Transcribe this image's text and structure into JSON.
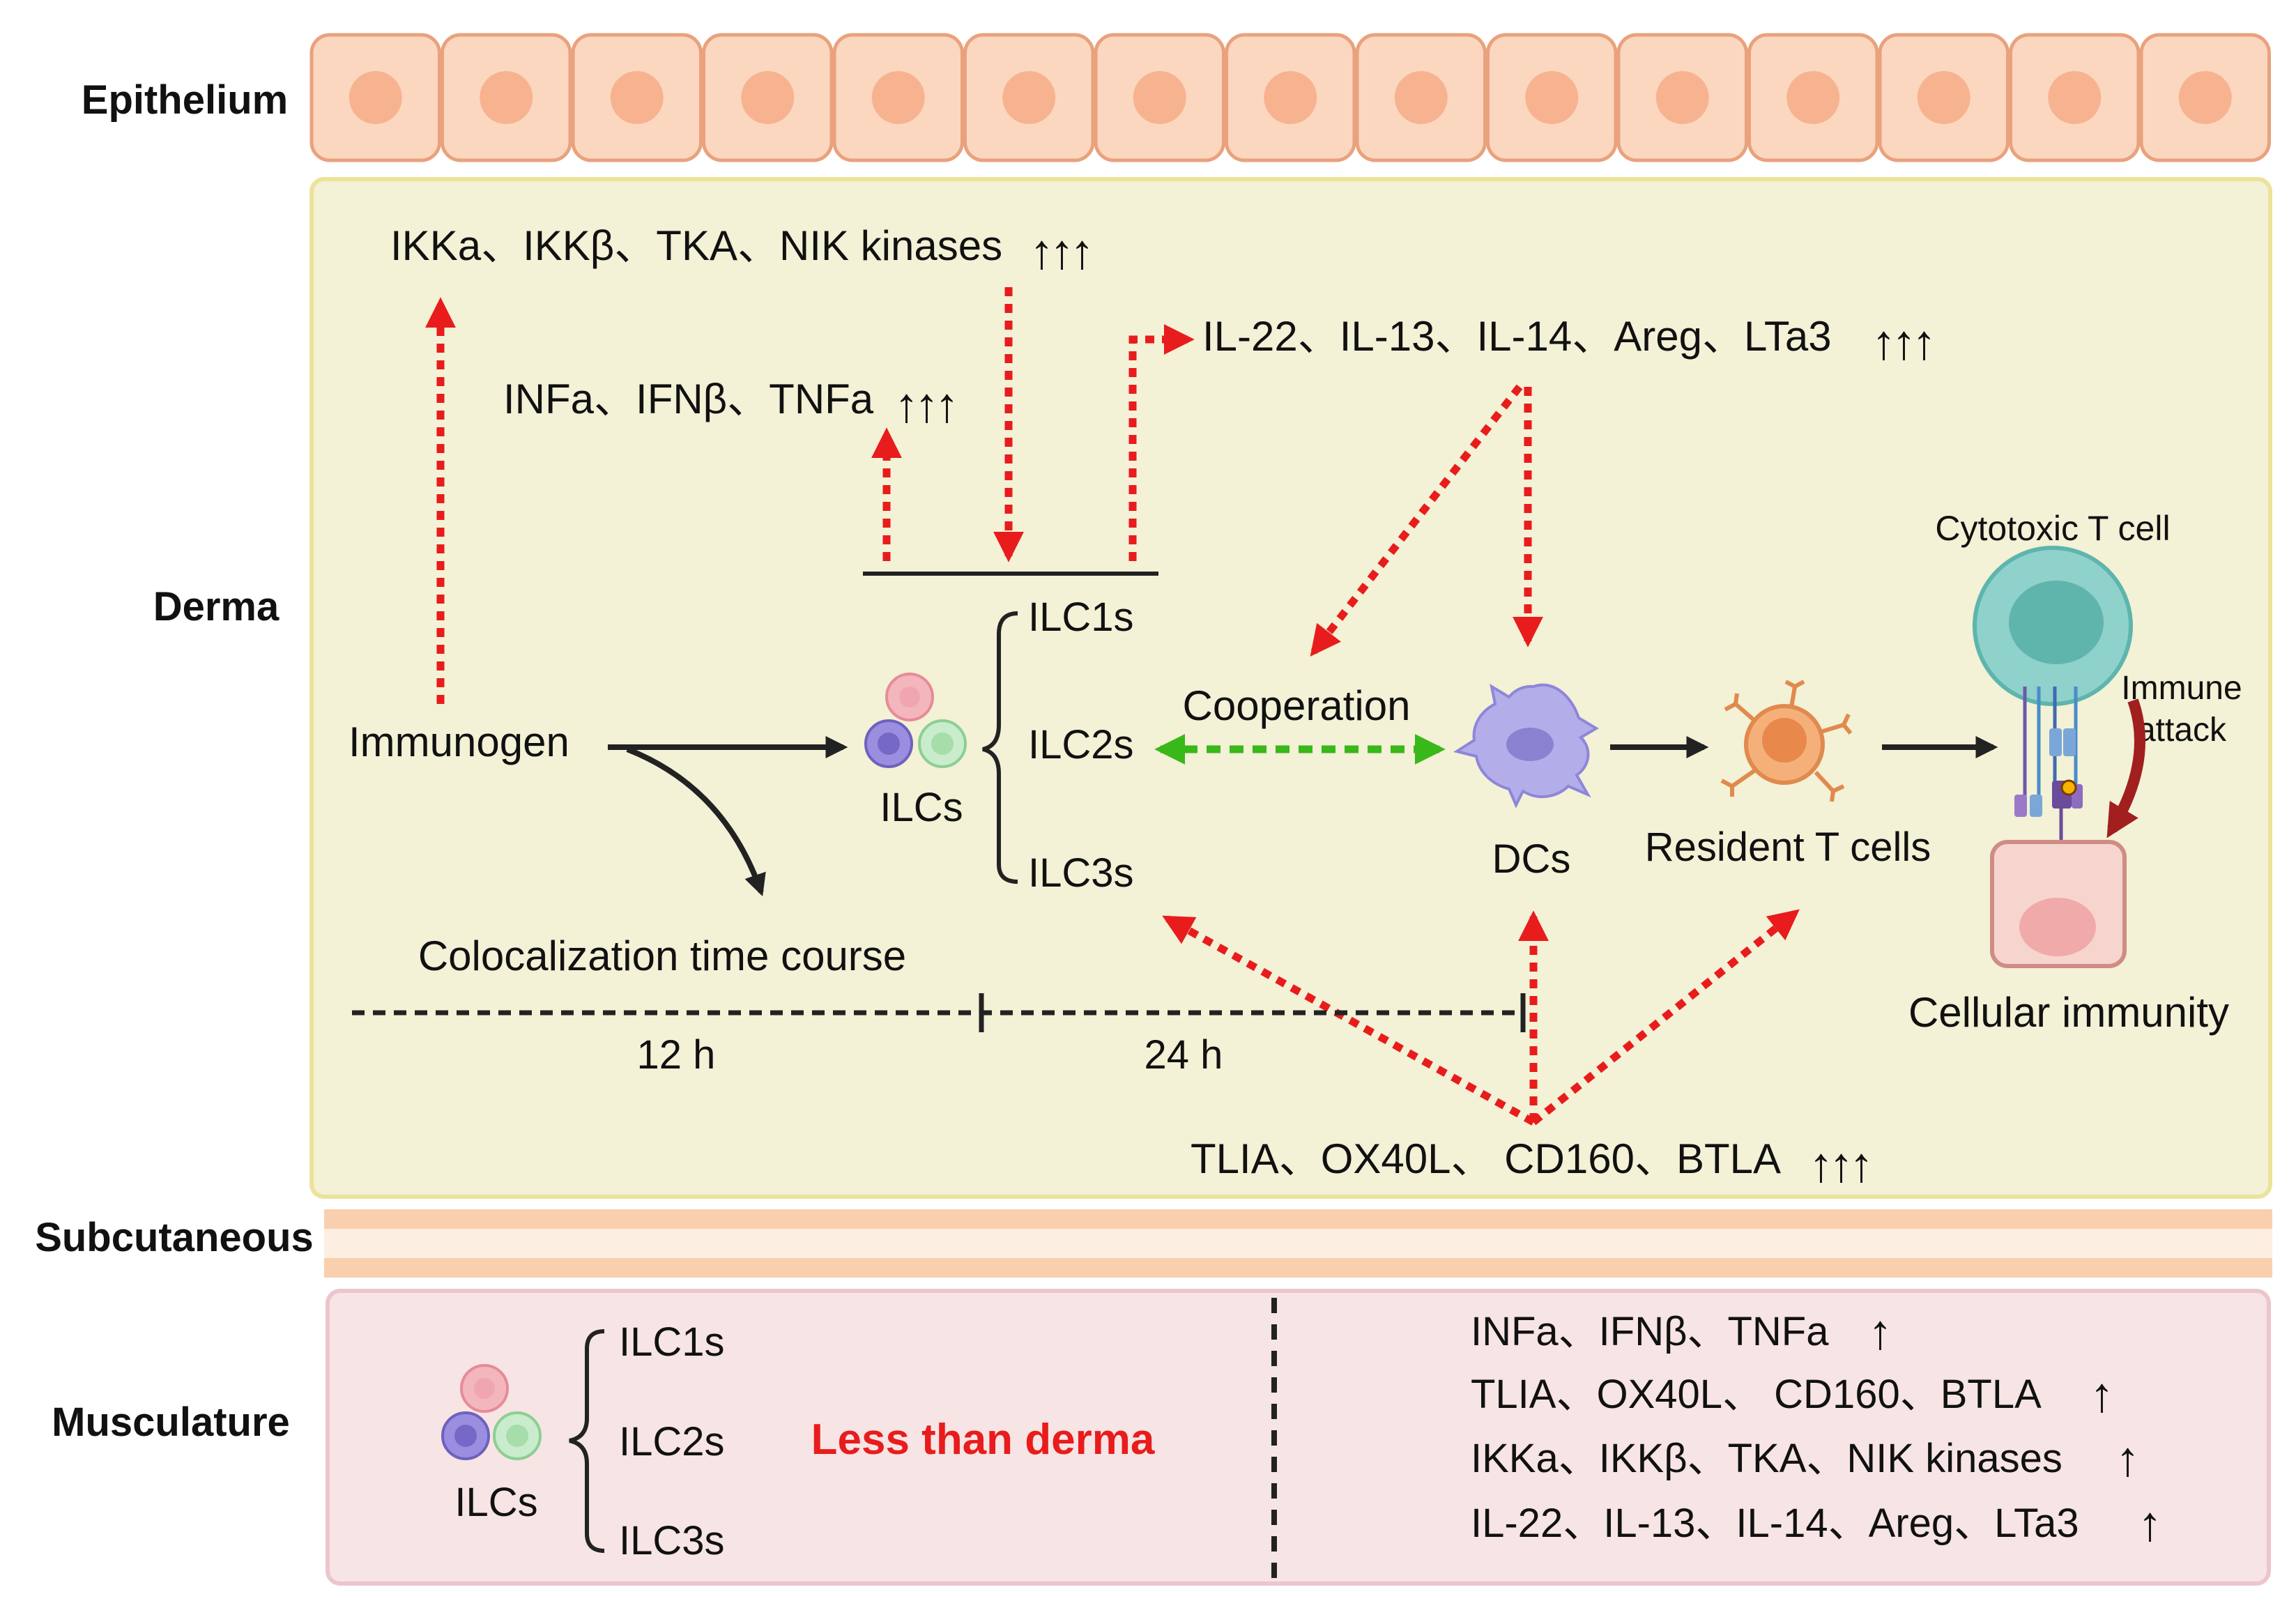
{
  "layers": {
    "epithelium": "Epithelium",
    "derma": "Derma",
    "subcutaneous": "Subcutaneous",
    "musculature": "Musculature"
  },
  "derma": {
    "kinases_label": "IKKa、IKKβ、TKA、NIK kinases",
    "interferons_label": "INFa、IFNβ、TNFa",
    "interleukins_label": "IL-22、IL-13、IL-14、Areg、LTa3",
    "costim_label": "TLIA、OX40L、 CD160、BTLA",
    "immunogen": "Immunogen",
    "ilcs": "ILCs",
    "ilc_subsets": [
      "ILC1s",
      "ILC2s",
      "ILC3s"
    ],
    "cooperation": "Cooperation",
    "dcs": "DCs",
    "resident_t": "Resident T cells",
    "cytotoxic_t": "Cytotoxic T cell",
    "immune_attack": [
      "Immune",
      "attack"
    ],
    "cellular_immunity": "Cellular immunity",
    "timecourse_title": "Colocalization time course",
    "time_12h": "12 h",
    "time_24h": "24 h",
    "increase_glyph": "↑↑↑"
  },
  "musculature": {
    "ilcs": "ILCs",
    "ilc_subsets": [
      "ILC1s",
      "ILC2s",
      "ILC3s"
    ],
    "comparison": "Less than derma",
    "factors": [
      "INFa、IFNβ、TNFa",
      "TLIA、OX40L、 CD160、BTLA",
      "IKKa、IKKβ、TKA、NIK kinases",
      "IL-22、IL-13、IL-14、Areg、LTa3"
    ],
    "increase_glyph": "↑"
  },
  "colors": {
    "epithelium_fill": "#fbd7c0",
    "epithelium_stroke": "#e9a27d",
    "nucleus": "#f7b390",
    "derma_fill": "#f3f1d6",
    "derma_stroke": "#ece39a",
    "subcut_band": "#f9cfae",
    "muscle_fill": "#f7e4e4",
    "muscle_stroke": "#ecc6cc",
    "red_arrow": "#e81c1c",
    "green_arrow": "#39b81a",
    "less_than_text": "#e81c1c",
    "immune_attack_arrow": "#a11f1f"
  }
}
